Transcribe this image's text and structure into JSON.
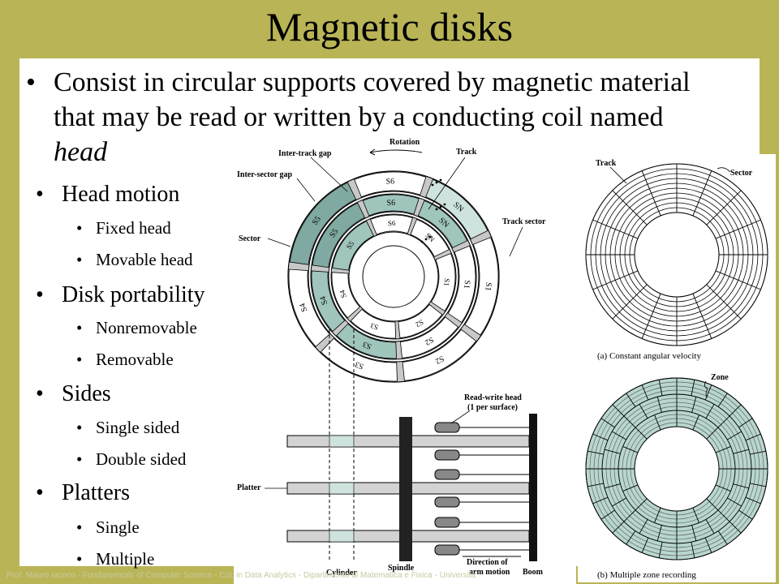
{
  "title": "Magnetic disks",
  "intro": {
    "line1": "Consist in circular supports covered by magnetic material",
    "line2": "that may be read or written by a conducting coil named",
    "emph": "head"
  },
  "sections": [
    {
      "label": "Head motion",
      "items": [
        "Fixed head",
        "Movable head"
      ]
    },
    {
      "label": "Disk portability",
      "items": [
        "Nonremovable",
        "Removable"
      ]
    },
    {
      "label": "Sides",
      "items": [
        "Single sided",
        "Double sided"
      ]
    },
    {
      "label": "Platters",
      "items": [
        "Single",
        "Multiple"
      ]
    }
  ],
  "figure": {
    "inter_track_gap": "Inter-track gap",
    "rotation": "Rotation",
    "track": "Track",
    "inter_sector_gap": "Inter-sector gap",
    "sector": "Sector",
    "track_sector": "Track sector",
    "platter": "Platter",
    "cylinder": "Cylinder",
    "spindle": "Spindle",
    "rw_head_1": "Read-write head",
    "rw_head_2": "(1 per surface)",
    "direction_1": "Direction of",
    "direction_2": "arm motion",
    "boom": "Boom",
    "cav_track": "Track",
    "cav_sector": "Sector",
    "cav_caption": "(a) Constant angular velocity",
    "zone": "Zone",
    "mzr_caption": "(b) Multiple zone recording",
    "sector_labels": [
      "S6",
      "SN",
      "S1",
      "S2",
      "S3",
      "S4",
      "S5"
    ]
  },
  "footer": "Prof. Mauro Iacono - Fundamentals of Computer Science - CdL in Data Analytics - Dipartimento di Matematica e Fisica - Università"
}
